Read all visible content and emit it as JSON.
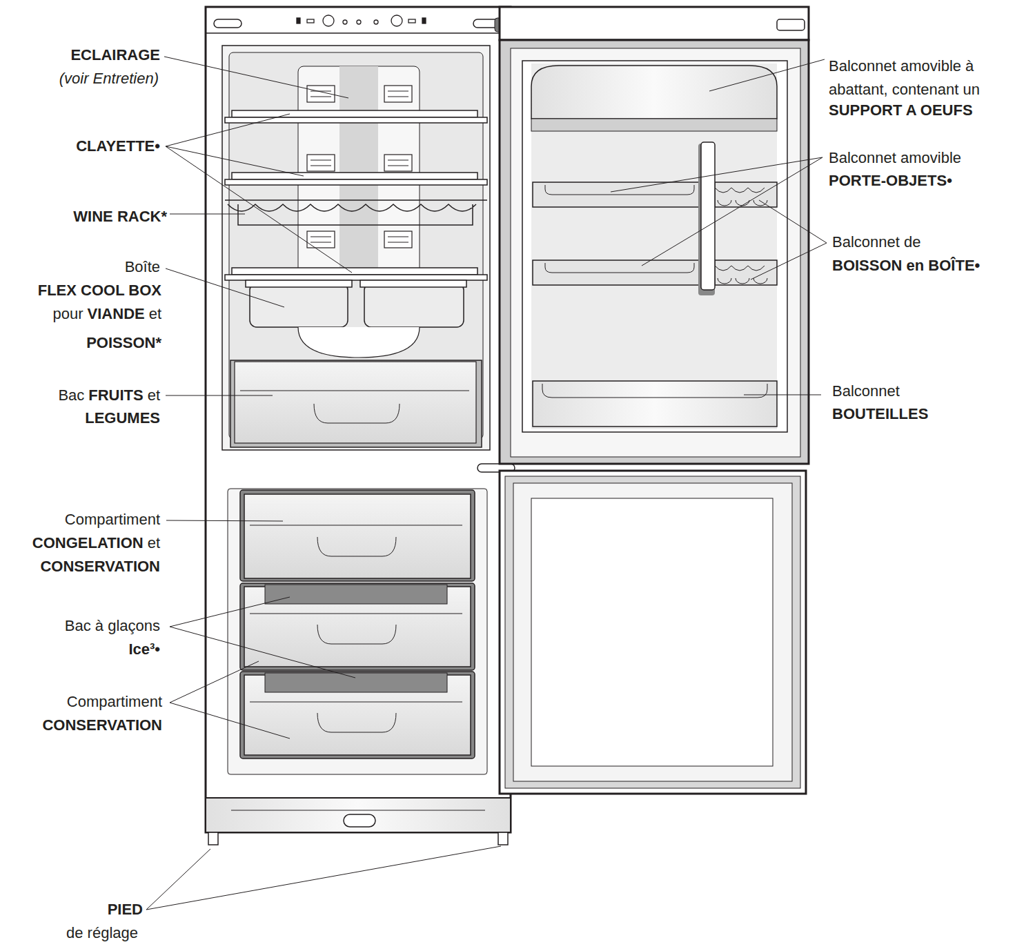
{
  "diagram": {
    "labels": [
      "ECLAIRAGE",
      "(voir Entretien)",
      "CLAYETTE•",
      "WINE RACK*",
      "Boîte",
      "FLEX COOL BOX",
      "pour",
      "VIANDE",
      "et",
      "POISSON*",
      "Bac",
      "FRUITS",
      "et",
      "LEGUMES",
      "Compartiment",
      "CONGELATION",
      "et",
      "CONSERVATION",
      "Bac à glaçons",
      "Ice³•",
      "Compartiment",
      "CONSERVATION",
      "PIED",
      "de réglage",
      "Balconnet amovible à abattant, contenant un",
      "SUPPORT A OEUFS",
      "Balconnet amovible",
      "PORTE-OBJETS•",
      "Balconnet de",
      "BOISSON en BOÎTE•",
      "Balconnet",
      "BOUTEILLES"
    ]
  }
}
